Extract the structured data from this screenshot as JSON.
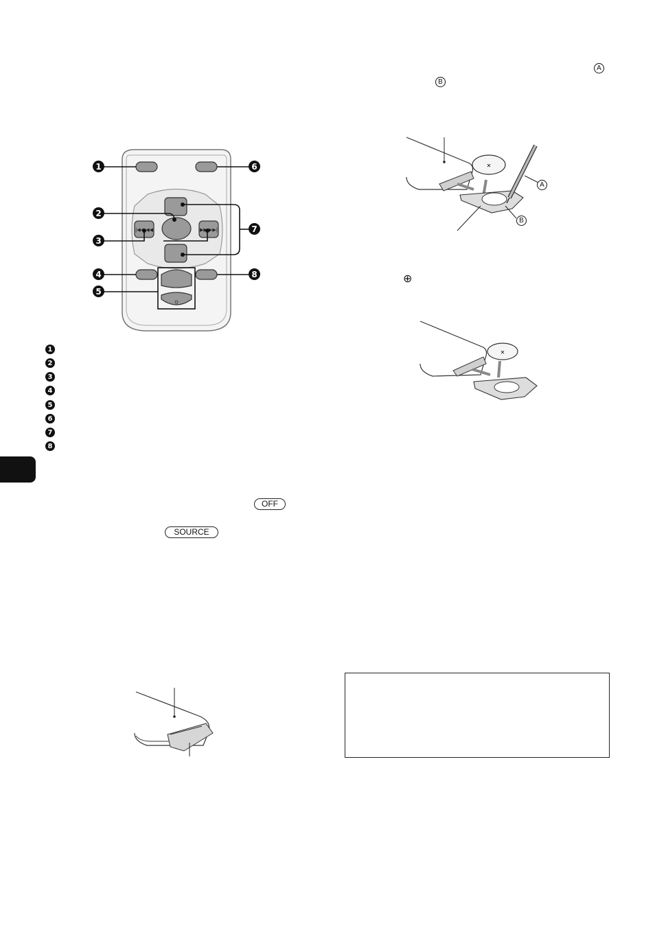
{
  "remote": {
    "callouts": [
      "1",
      "2",
      "3",
      "4",
      "5",
      "6",
      "7",
      "8"
    ]
  },
  "legend": {
    "items": [
      "1",
      "2",
      "3",
      "4",
      "5",
      "6",
      "7",
      "8"
    ]
  },
  "keys": {
    "off": "OFF",
    "source": "SOURCE"
  },
  "battery_markers": {
    "a": "A",
    "b": "B",
    "plus": "⊕"
  },
  "side_tab": {
    "color": "#111111"
  }
}
